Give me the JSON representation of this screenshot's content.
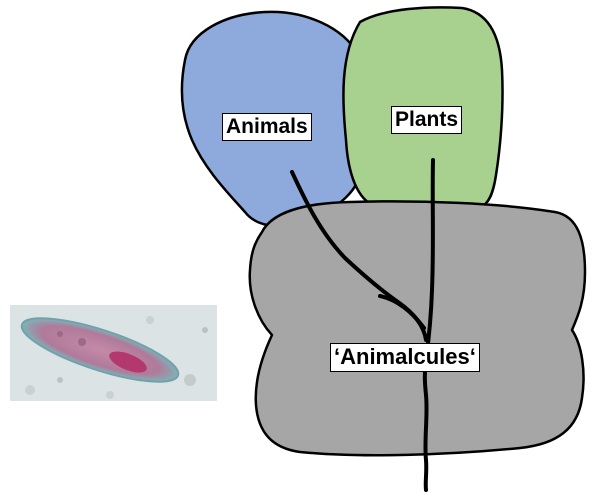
{
  "labels": {
    "animals": "Animals",
    "plants": "Plants",
    "animalcules": "‘Animalcules‘"
  },
  "colors": {
    "animals_fill": "#8eaadc",
    "plants_fill": "#a8d08e",
    "animalcules_fill": "#a6a6a6",
    "outline": "#000000"
  },
  "photo": {
    "subject": "paramecium micrograph",
    "background": "#dce3e4",
    "cell_color": "#b77fa0",
    "nucleus_color": "#b2386e"
  }
}
